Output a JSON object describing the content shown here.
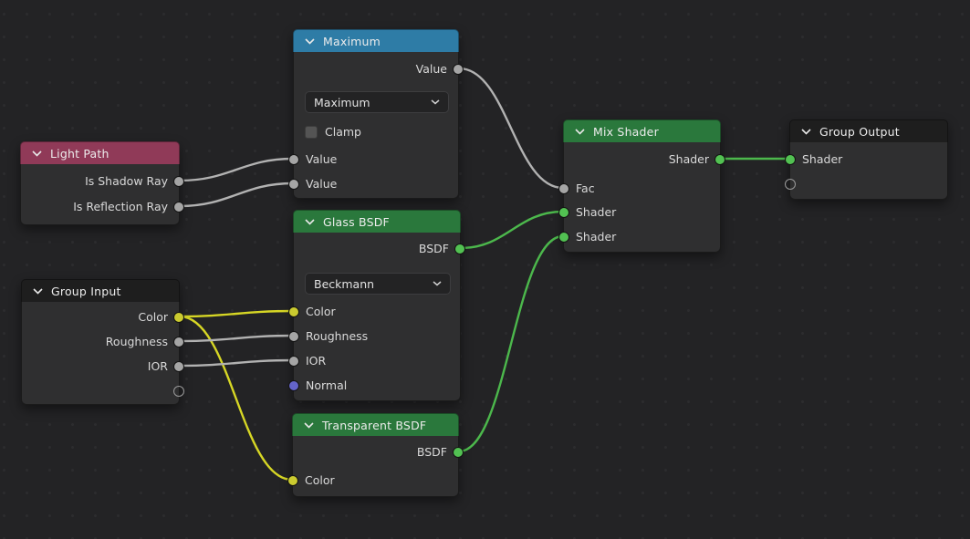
{
  "editor": {
    "name": "Shader Node Editor",
    "background": "#232325",
    "grid_dot_color": "#2c2c2e"
  },
  "socket_colors": {
    "value": "#a5a5a5",
    "shader": "#52c152",
    "color": "#cbcb30",
    "vector": "#6464c9"
  },
  "header_colors": {
    "input": "#903a58",
    "converter": "#2e7ca6",
    "shader": "#2a783c",
    "group": "#1e1e1e"
  },
  "nodes": {
    "light_path": {
      "title": "Light Path",
      "outputs": [
        {
          "label": "Is Shadow Ray"
        },
        {
          "label": "Is Reflection Ray"
        }
      ]
    },
    "maximum": {
      "title": "Maximum",
      "outputs": [
        {
          "label": "Value"
        }
      ],
      "operation": "Maximum",
      "clamp_label": "Clamp",
      "clamp_checked": false,
      "inputs": [
        {
          "label": "Value"
        },
        {
          "label": "Value"
        }
      ]
    },
    "group_input": {
      "title": "Group Input",
      "outputs": [
        {
          "label": "Color"
        },
        {
          "label": "Roughness"
        },
        {
          "label": "IOR"
        }
      ]
    },
    "glass_bsdf": {
      "title": "Glass BSDF",
      "outputs": [
        {
          "label": "BSDF"
        }
      ],
      "distribution": "Beckmann",
      "inputs": [
        {
          "label": "Color"
        },
        {
          "label": "Roughness"
        },
        {
          "label": "IOR"
        },
        {
          "label": "Normal"
        }
      ]
    },
    "transparent_bsdf": {
      "title": "Transparent BSDF",
      "outputs": [
        {
          "label": "BSDF"
        }
      ],
      "inputs": [
        {
          "label": "Color"
        }
      ]
    },
    "mix_shader": {
      "title": "Mix Shader",
      "outputs": [
        {
          "label": "Shader"
        }
      ],
      "inputs": [
        {
          "label": "Fac"
        },
        {
          "label": "Shader"
        },
        {
          "label": "Shader"
        }
      ]
    },
    "group_output": {
      "title": "Group Output",
      "inputs": [
        {
          "label": "Shader"
        }
      ]
    }
  },
  "links": [
    {
      "from": "Light Path.Is Shadow Ray",
      "to": "Maximum.Value.1",
      "color": "#b2b2b2"
    },
    {
      "from": "Light Path.Is Reflection Ray",
      "to": "Maximum.Value.2",
      "color": "#b2b2b2"
    },
    {
      "from": "Maximum.Value",
      "to": "Mix Shader.Fac",
      "color": "#b2b2b2"
    },
    {
      "from": "Glass BSDF.BSDF",
      "to": "Mix Shader.Shader.1",
      "color": "#4cb84c"
    },
    {
      "from": "Transparent BSDF.BSDF",
      "to": "Mix Shader.Shader.2",
      "color": "#4cb84c"
    },
    {
      "from": "Mix Shader.Shader",
      "to": "Group Output.Shader",
      "color": "#4cb84c"
    },
    {
      "from": "Group Input.Color",
      "to": "Glass BSDF.Color",
      "color": "#d6d625"
    },
    {
      "from": "Group Input.Color",
      "to": "Transparent BSDF.Color",
      "color": "#d6d625"
    },
    {
      "from": "Group Input.Roughness",
      "to": "Glass BSDF.Roughness",
      "color": "#b2b2b2"
    },
    {
      "from": "Group Input.IOR",
      "to": "Glass BSDF.IOR",
      "color": "#b2b2b2"
    }
  ]
}
